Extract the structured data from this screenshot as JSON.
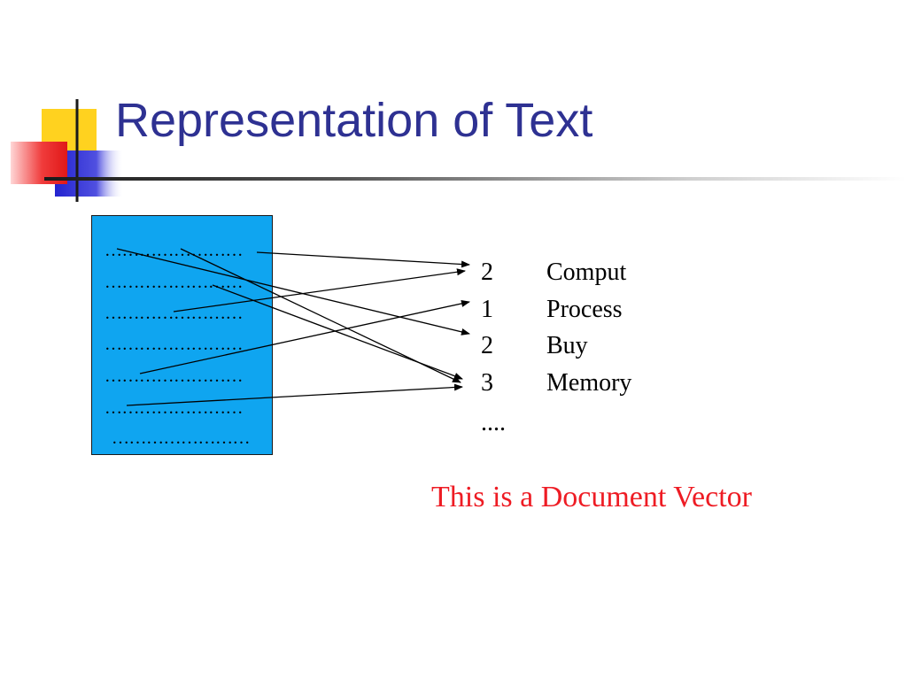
{
  "slide": {
    "title": "Representation of Text",
    "document_lines": [
      "……………………",
      "……………………",
      "……………………",
      "……………………",
      "……………………",
      "……………………",
      "……………………"
    ],
    "terms": [
      {
        "count": "2",
        "word": "Comput"
      },
      {
        "count": "1",
        "word": "Process"
      },
      {
        "count": "2",
        "word": "Buy"
      },
      {
        "count": "3",
        "word": "Memory"
      }
    ],
    "ellipsis": "....",
    "caption": "This is a Document Vector"
  },
  "colors": {
    "title": "#2e3192",
    "document_fill": "#0fa5f0",
    "caption": "#ee1c24",
    "logo_yellow": "#ffd21f",
    "logo_red": "#f03c3c",
    "logo_blue": "#3232dc"
  }
}
